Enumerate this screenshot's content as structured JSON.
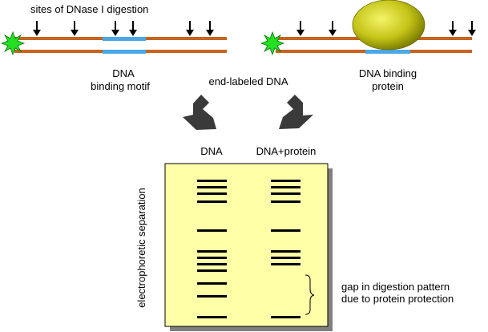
{
  "labels": {
    "digestion_sites": "sites of DNase I digestion",
    "dna_motif_line1": "DNA",
    "dna_motif_line2": "binding motif",
    "end_labeled": "end-labeled DNA",
    "protein_line1": "DNA binding",
    "protein_line2": "protein",
    "lane_dna": "DNA",
    "lane_dna_protein": "DNA+protein",
    "electrophoresis": "electrophoretic separation",
    "gap_line1": "gap in digestion pattern",
    "gap_line2": "due to protein protection"
  },
  "colors": {
    "dna_strand": "#c8641e",
    "binding_motif": "#4aa8e8",
    "end_label_star": "#22e022",
    "protein": "#b8b810",
    "gel": "#ffffa8",
    "gel_shadow": "#808080",
    "band": "#000000",
    "big_arrow": "#3a3a3a"
  },
  "icons": {
    "end_label": "star-burst-icon",
    "digestion_site": "arrow-down-icon",
    "flow": "thick-arrow-icon",
    "gap_bracket": "curly-brace-icon"
  },
  "gel": {
    "lane_dna_bands": 12,
    "lane_dna_protein_bands": 9,
    "protected_bands": 3
  }
}
